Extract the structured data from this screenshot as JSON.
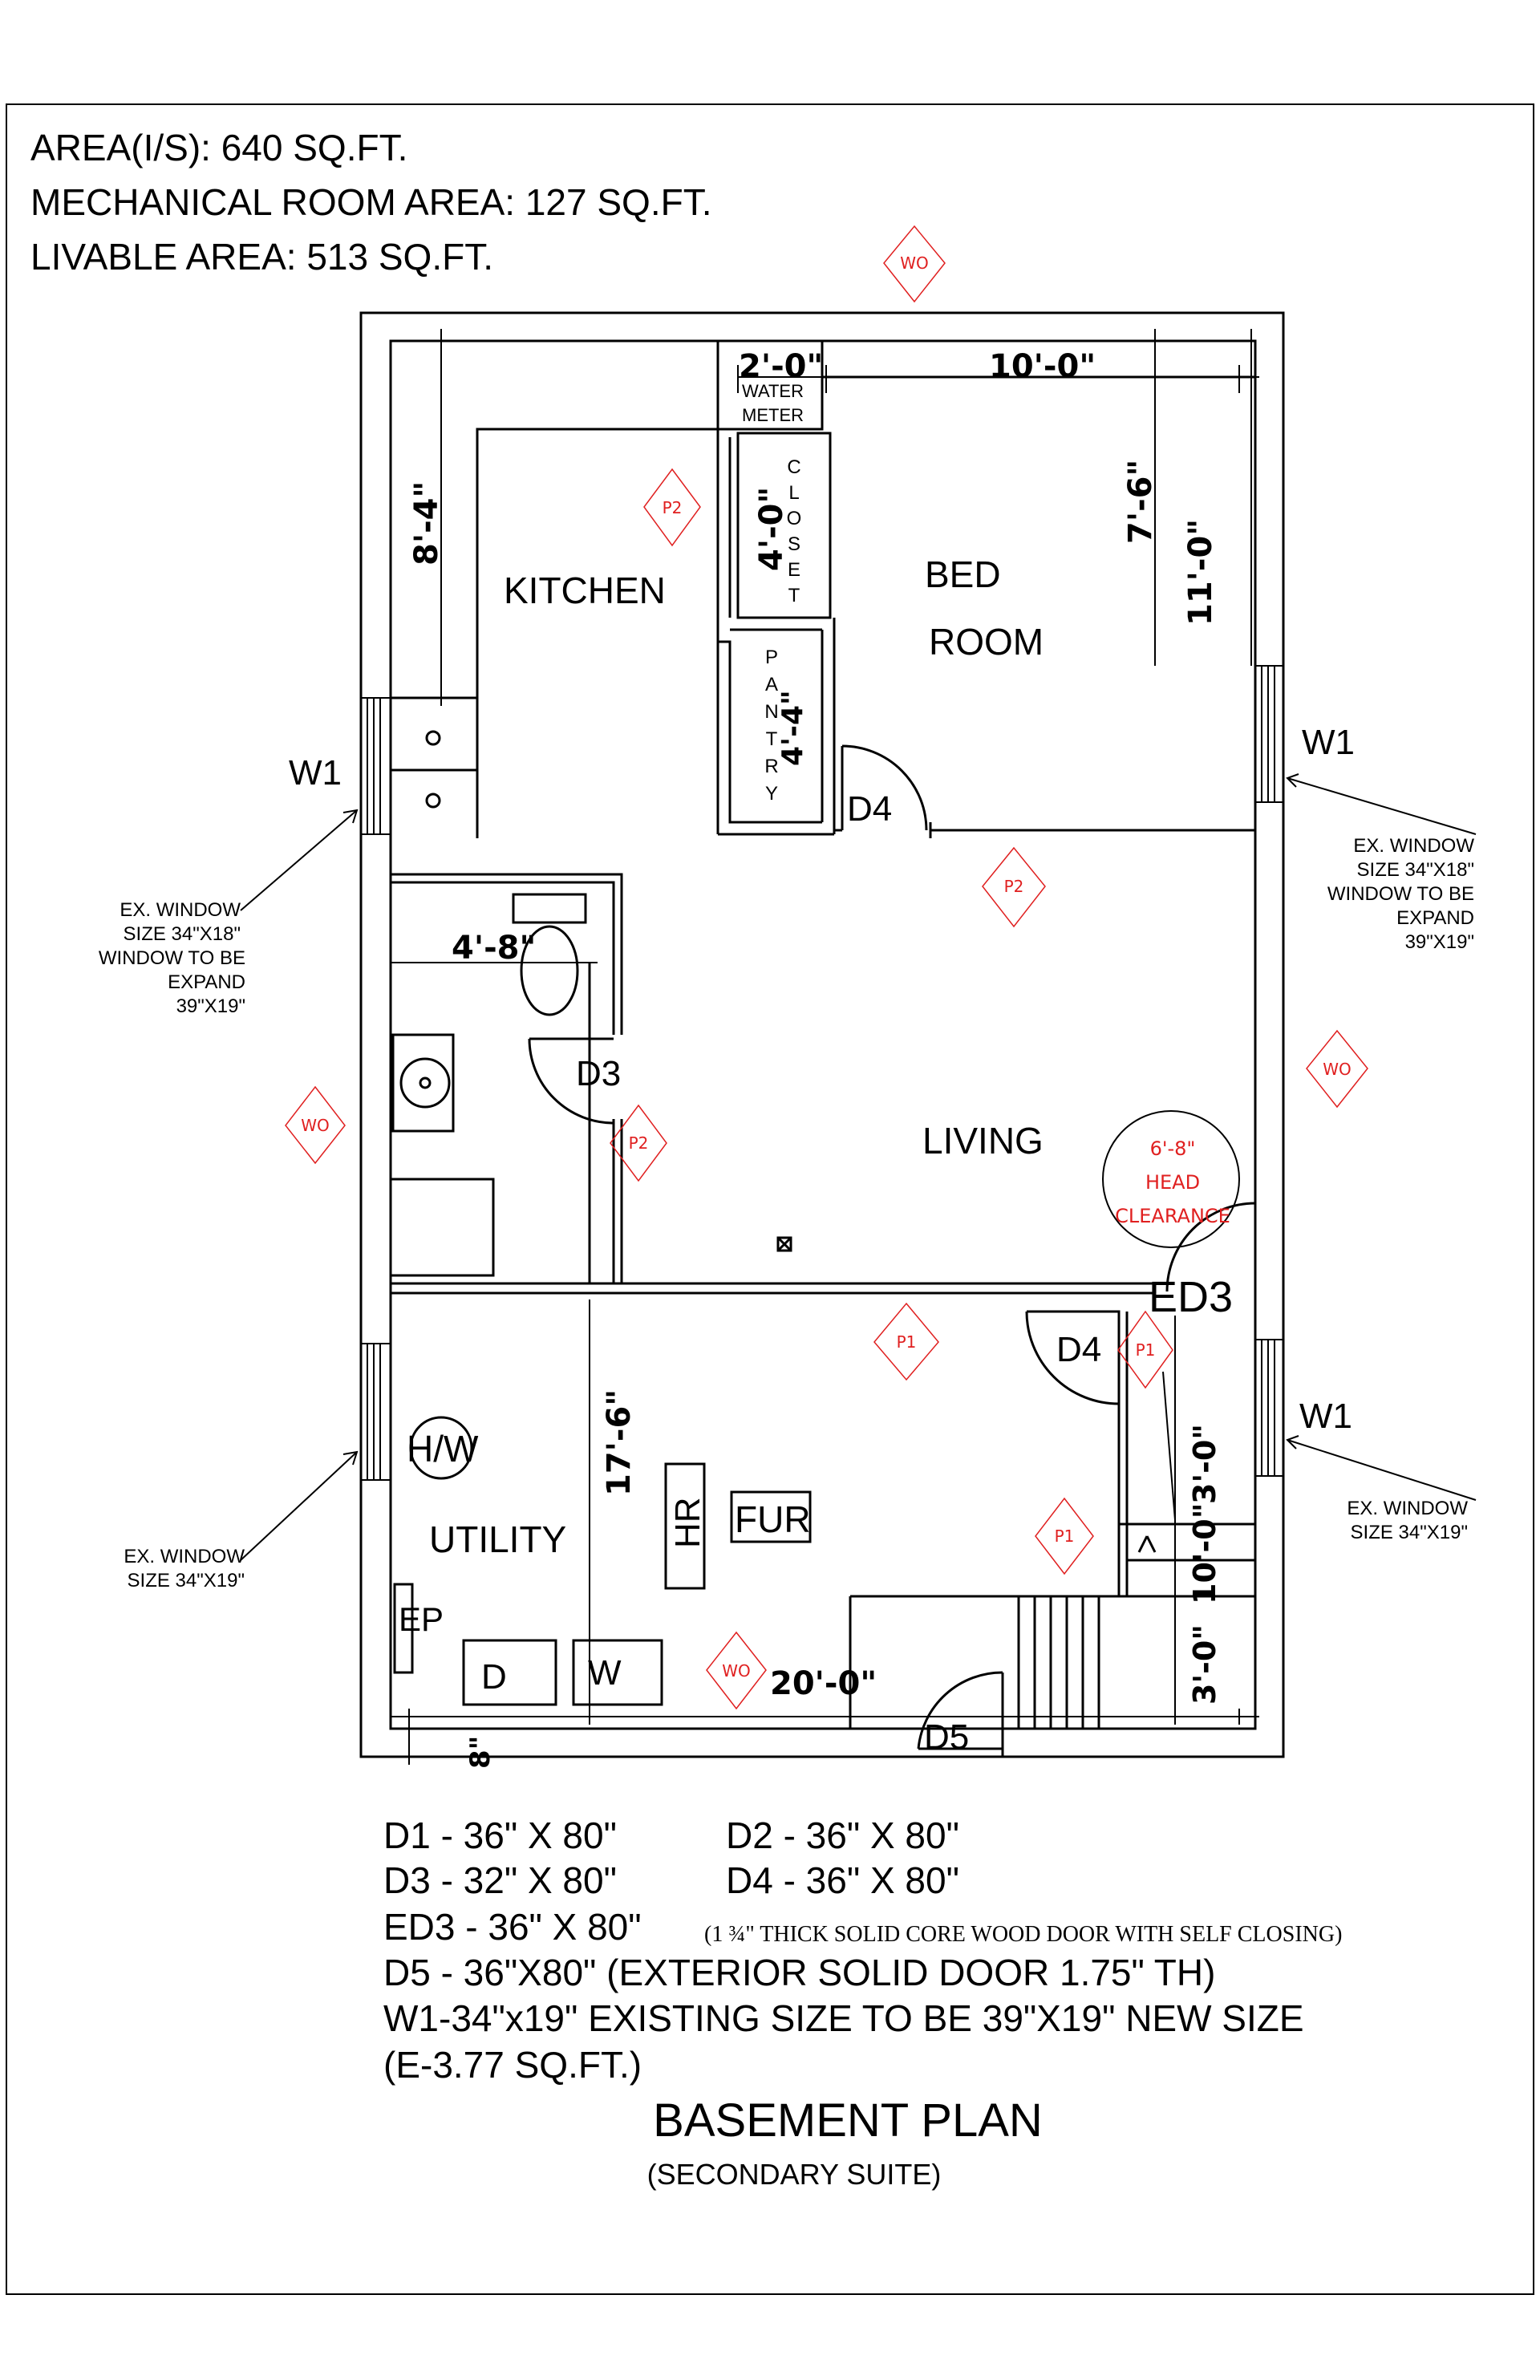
{
  "header": {
    "area_is": "AREA(I/S): 640 SQ.FT.",
    "mechanical_area": "MECHANICAL ROOM AREA: 127 SQ.FT.",
    "livable_area": "LIVABLE AREA: 513 SQ.FT."
  },
  "rooms": {
    "kitchen": "KITCHEN",
    "bed": "BED",
    "room": "ROOM",
    "living": "LIVING",
    "utility": "UTILITY",
    "water_meter_1": "WATER",
    "water_meter_2": "METER",
    "closet_letters": [
      "C",
      "L",
      "O",
      "S",
      "E",
      "T"
    ],
    "pantry_letters": [
      "P",
      "A",
      "N",
      "T",
      "R",
      "Y"
    ]
  },
  "equipment": {
    "hw": "H/W",
    "hr": "HR",
    "fur": "FUR",
    "ep": "EP",
    "dryer": "D",
    "washer": "W",
    "head_clearance_1": "6'-8\"",
    "head_clearance_2": "HEAD",
    "head_clearance_3": "CLEARANCE"
  },
  "doors": {
    "d3": "D3",
    "d4_top": "D4",
    "d4_bottom": "D4",
    "d5": "D5",
    "ed3": "ED3"
  },
  "windows": {
    "w1_left": "W1",
    "w1_right_top": "W1",
    "w1_right_bottom": "W1",
    "note_left_top": [
      "EX. WINDOW",
      "SIZE 34\"X18\"",
      "WINDOW TO BE",
      "EXPAND",
      "39\"X19\""
    ],
    "note_right_top": [
      "EX. WINDOW",
      "SIZE 34\"X18\"",
      "WINDOW TO BE",
      "EXPAND",
      "39\"X19\""
    ],
    "note_left_bottom": [
      "EX. WINDOW",
      "SIZE 34\"X19\""
    ],
    "note_right_bottom": [
      "EX. WINDOW",
      "SIZE 34\"X19\""
    ]
  },
  "dimensions": {
    "closet_width": "2'-0\"",
    "bed_width": "10'-0\"",
    "kitchen_depth": "8'-4\"",
    "closet_depth": "4'-0\"",
    "pantry_depth": "4'-4\"",
    "bed_depth_a": "7'-6\"",
    "bed_depth_b": "11'-0\"",
    "bath_width": "4'-8\"",
    "utility_depth": "17'-6\"",
    "stair_top": "3'-0\"",
    "stair_mid": "10'-0\"",
    "stair_bottom": "3'-0\"",
    "overall_width": "20'-0\"",
    "wall_thickness": "8\""
  },
  "tags": {
    "wo": "WO",
    "p1": "P1",
    "p2": "P2"
  },
  "schedule": {
    "d1": "D1 - 36\" X 80\"",
    "d2": "D2 - 36\" X 80\"",
    "d3": "D3 - 32\" X 80\"",
    "d4": "D4 - 36\" X 80\"",
    "ed3": "ED3 - 36\" X 80\"",
    "ed3_note": "(1 ¾\" THICK SOLID CORE WOOD DOOR WITH SELF CLOSING)",
    "d5": "D5 - 36\"X80\" (EXTERIOR SOLID DOOR 1.75\" TH)",
    "w1": "W1-34\"x19\" EXISTING SIZE TO BE 39\"X19\" NEW SIZE",
    "w1_area": "(E-3.77 SQ.FT.)"
  },
  "footer": {
    "title": "BASEMENT PLAN",
    "subtitle": "(SECONDARY SUITE)"
  },
  "colors": {
    "lines": "#000000",
    "tags": "#e02020",
    "background": "#ffffff"
  }
}
